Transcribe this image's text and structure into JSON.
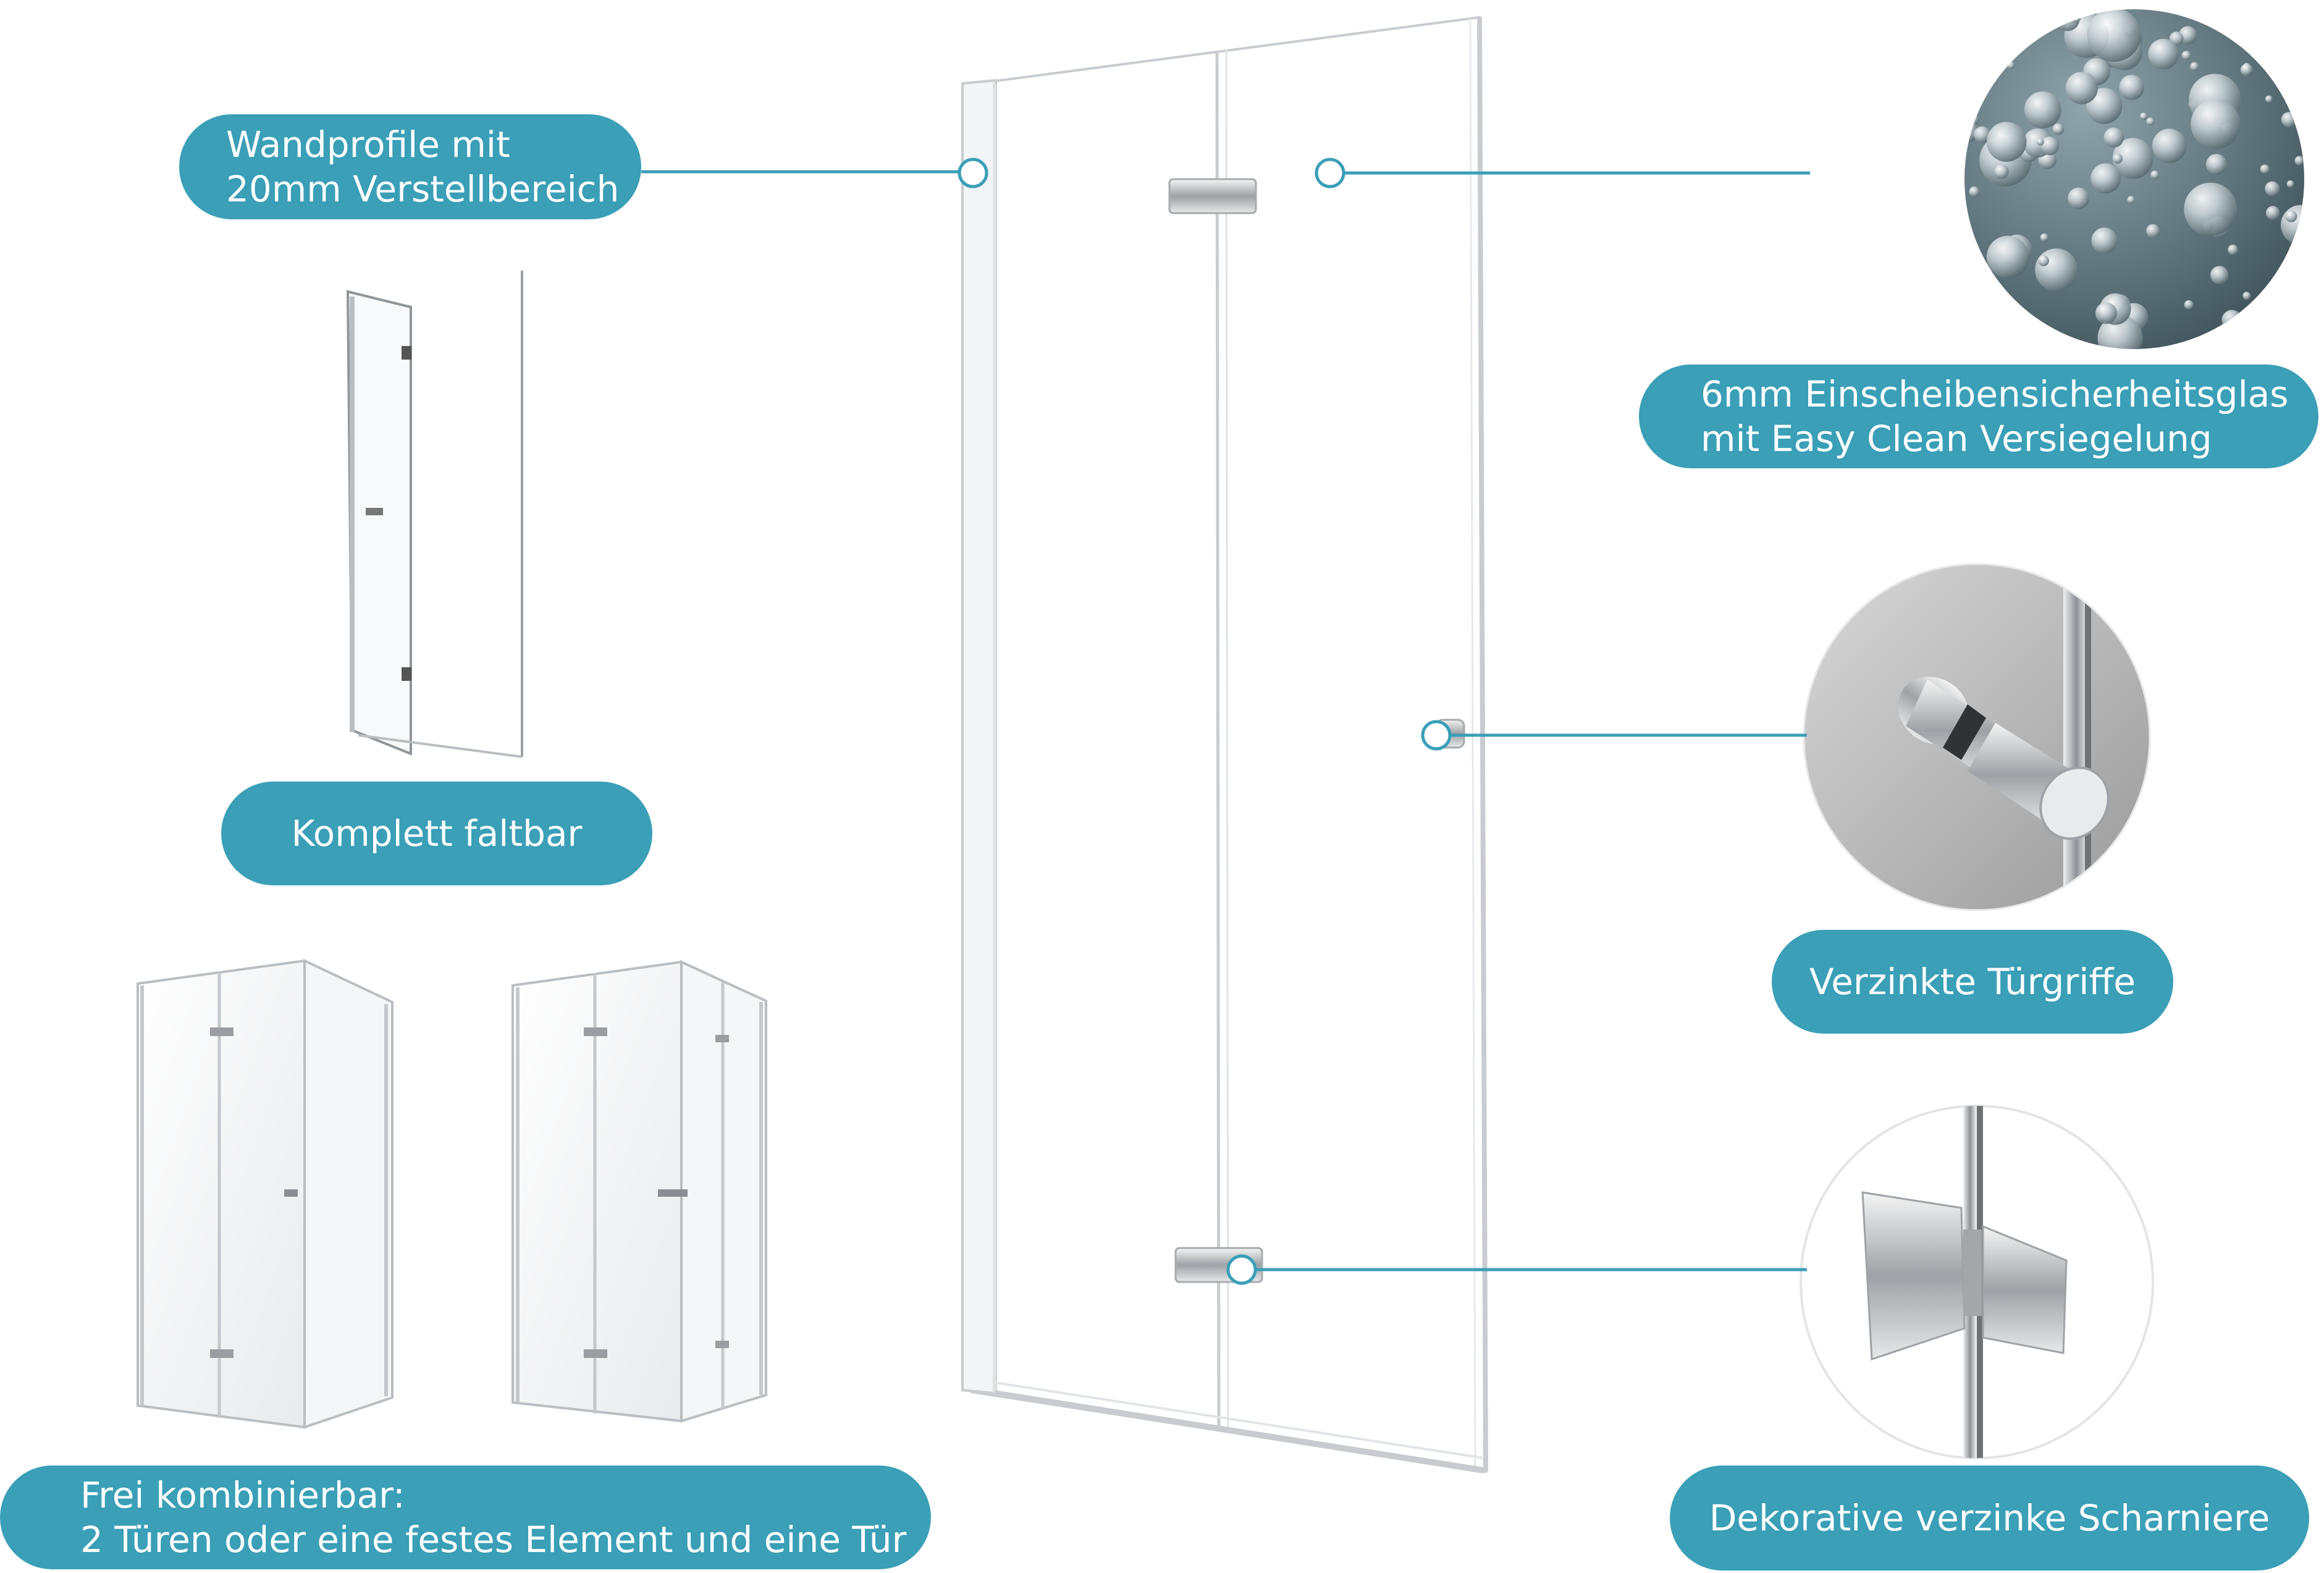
{
  "colors": {
    "accent": "#3a9fb7",
    "label_text": "#ffffff",
    "frame": "#c8ccd0"
  },
  "labels": {
    "wall_profiles": {
      "line1": "Wandprofile mit",
      "line2": "20mm Verstellbereich"
    },
    "folding": {
      "text": "Komplett faltbar"
    },
    "combinable": {
      "line1": "Frei kombinierbar:",
      "line2": "2 Türen oder eine festes Element und eine Tür"
    },
    "glass": {
      "line1": "6mm Einscheibensicherheitsglas",
      "line2": "mit Easy Clean Versiegelung"
    },
    "handles": {
      "text": "Verzinkte Türgriffe"
    },
    "hinges": {
      "text": "Dekorative verzinke Scharniere"
    }
  },
  "icons": {
    "glass_detail": "water-droplets-icon",
    "handle_detail": "door-knob-icon",
    "hinge_detail": "hinge-icon"
  }
}
